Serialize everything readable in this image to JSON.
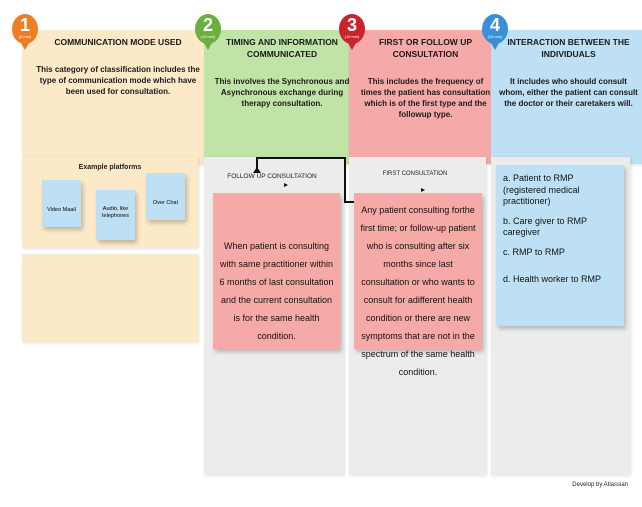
{
  "steps": [
    {
      "number": "1",
      "duration": "(5 min)",
      "color": "#ee7d24"
    },
    {
      "number": "2",
      "duration": "(10 min)",
      "color": "#6bb03e"
    },
    {
      "number": "3",
      "duration": "(10 min)",
      "color": "#c9242b"
    },
    {
      "number": "4",
      "duration": "(10 min)",
      "color": "#3a8fd6"
    }
  ],
  "columns": [
    {
      "title": "COMMUNICATION MODE USED",
      "description": "This category of classification includes the type of communication mode which have been used for consultation.",
      "color": "#fbe9c8"
    },
    {
      "title": "TIMING AND INFORMATION COMMUNICATED",
      "description": "This involves the Synchronous and Asynchronous exchange during therapy consultation.",
      "color": "#bfe4a6"
    },
    {
      "title": "FIRST OR FOLLOW UP CONSULTATION",
      "description": "This includes the frequency of times the patient has consultation which is of the first type and the followup type.",
      "color": "#f6aaa8"
    },
    {
      "title": "INTERACTION BETWEEN THE INDIVIDUALS",
      "description": "It includes who should consult whom, either the patient can consult the doctor or their caretakers will.",
      "color": "#bde0f5"
    }
  ],
  "platforms": {
    "heading": "Example platforms",
    "items": [
      "Video Maail",
      "Audio, like telephones",
      "Over Chat"
    ]
  },
  "follow_up": {
    "label": "FOLLOW UP CONSULTATION",
    "text": "When patient is consulting with same practitioner within 6 months of last consultation and the current consultation is for the same health condition."
  },
  "first": {
    "label": "FIRST CONSULTATION",
    "text": "Any patient consulting forthe first time; or follow-up patient who is consulting after six months since last consultation or who wants to consult for adifferent health condition or there are new symptoms that are not in the spectrum of the same health condition."
  },
  "interactions": [
    "a. Patient to RMP (registered medical practitioner)",
    "b. Care giver to RMP caregiver",
    "c. RMP to RMP",
    "d. Health worker to RMP"
  ],
  "footer": "Develop by Atlassian"
}
